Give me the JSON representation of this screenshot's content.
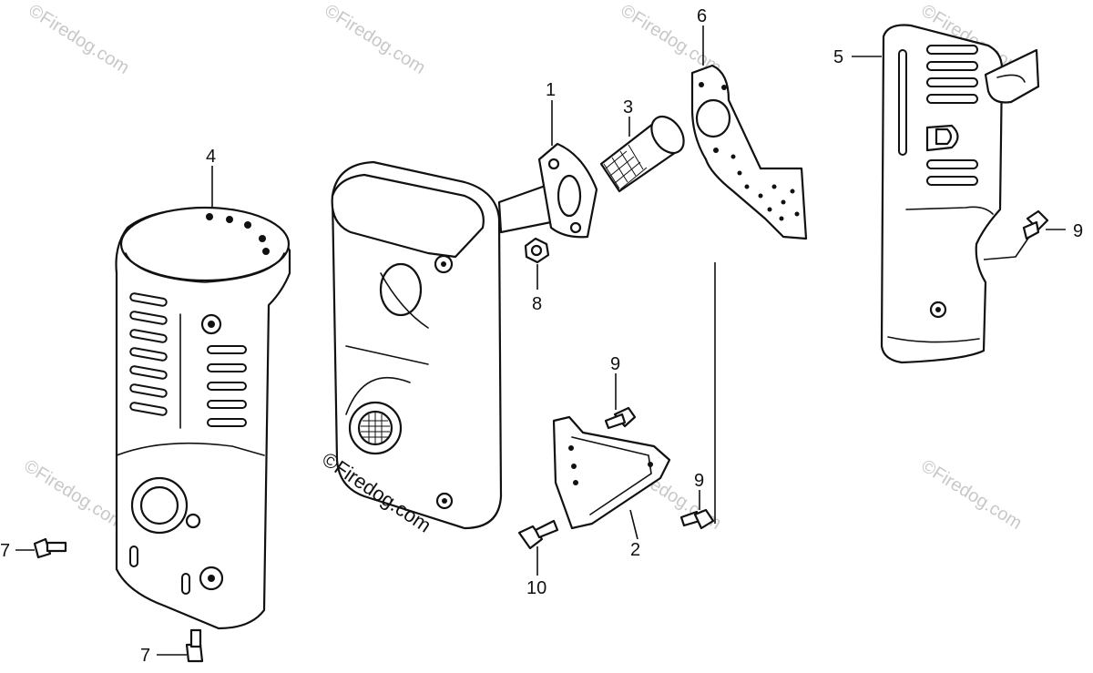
{
  "watermark": {
    "text": "©Firedog.com",
    "main_text": "©Firedog.com"
  },
  "callouts": [
    {
      "id": "c1",
      "text": "1"
    },
    {
      "id": "c2",
      "text": "2"
    },
    {
      "id": "c3",
      "text": "3"
    },
    {
      "id": "c4",
      "text": "4"
    },
    {
      "id": "c5",
      "text": "5"
    },
    {
      "id": "c6",
      "text": "6"
    },
    {
      "id": "c7a",
      "text": "7"
    },
    {
      "id": "c7b",
      "text": "7"
    },
    {
      "id": "c8",
      "text": "8"
    },
    {
      "id": "c9a",
      "text": "9"
    },
    {
      "id": "c9b",
      "text": "9"
    },
    {
      "id": "c9c",
      "text": "9"
    },
    {
      "id": "c10",
      "text": "10"
    }
  ]
}
